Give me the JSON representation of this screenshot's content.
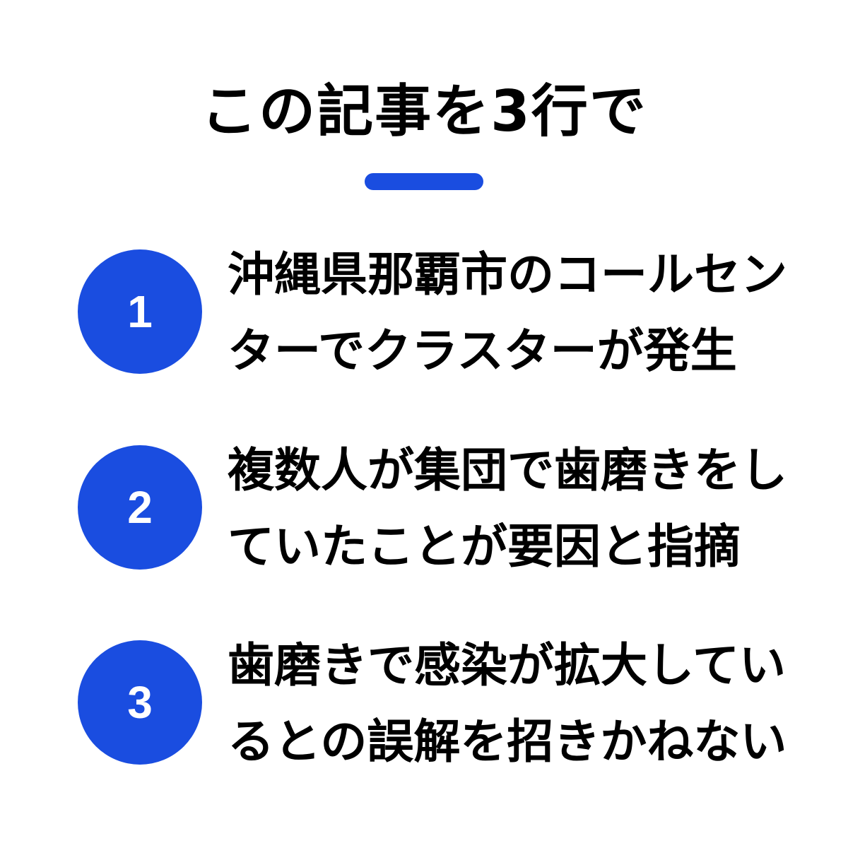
{
  "title": "この記事を3行で",
  "accent_color": "#1a4de0",
  "items": [
    {
      "number": "1",
      "lines": [
        "沖縄県那覇市のコールセン",
        "ターでクラスターが発生"
      ]
    },
    {
      "number": "2",
      "lines": [
        "複数人が集団で歯磨きをし",
        "ていたことが要因と指摘"
      ]
    },
    {
      "number": "3",
      "lines": [
        "歯磨きで感染が拡大してい",
        "るとの誤解を招きかねない"
      ]
    }
  ]
}
